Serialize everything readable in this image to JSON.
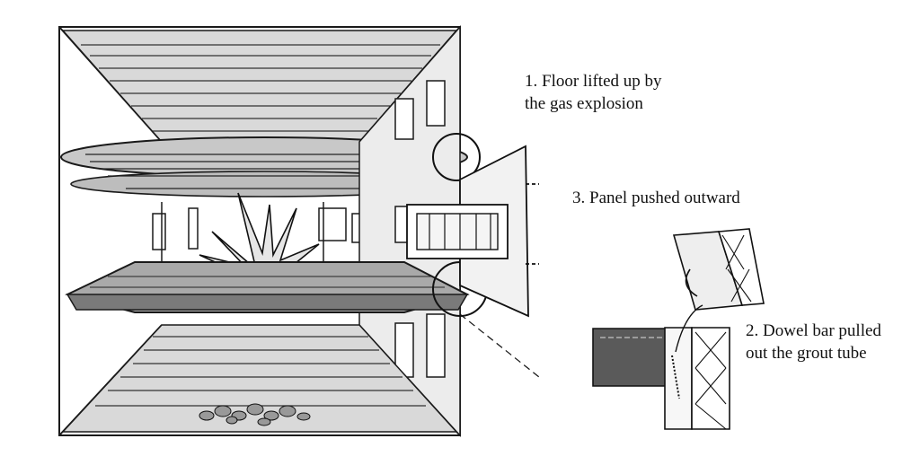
{
  "annotations": {
    "floor_lifted": [
      "1. Floor lifted up by",
      "the gas explosion"
    ],
    "panel_pushed": "3. Panel pushed outward",
    "dowel_bar": [
      "2. Dowel bar pulled",
      "out  the grout tube"
    ]
  },
  "colors": {
    "ink": "#1a1a1a",
    "panel_fill": "#f2f2f2",
    "slab_fill": "#555555"
  }
}
